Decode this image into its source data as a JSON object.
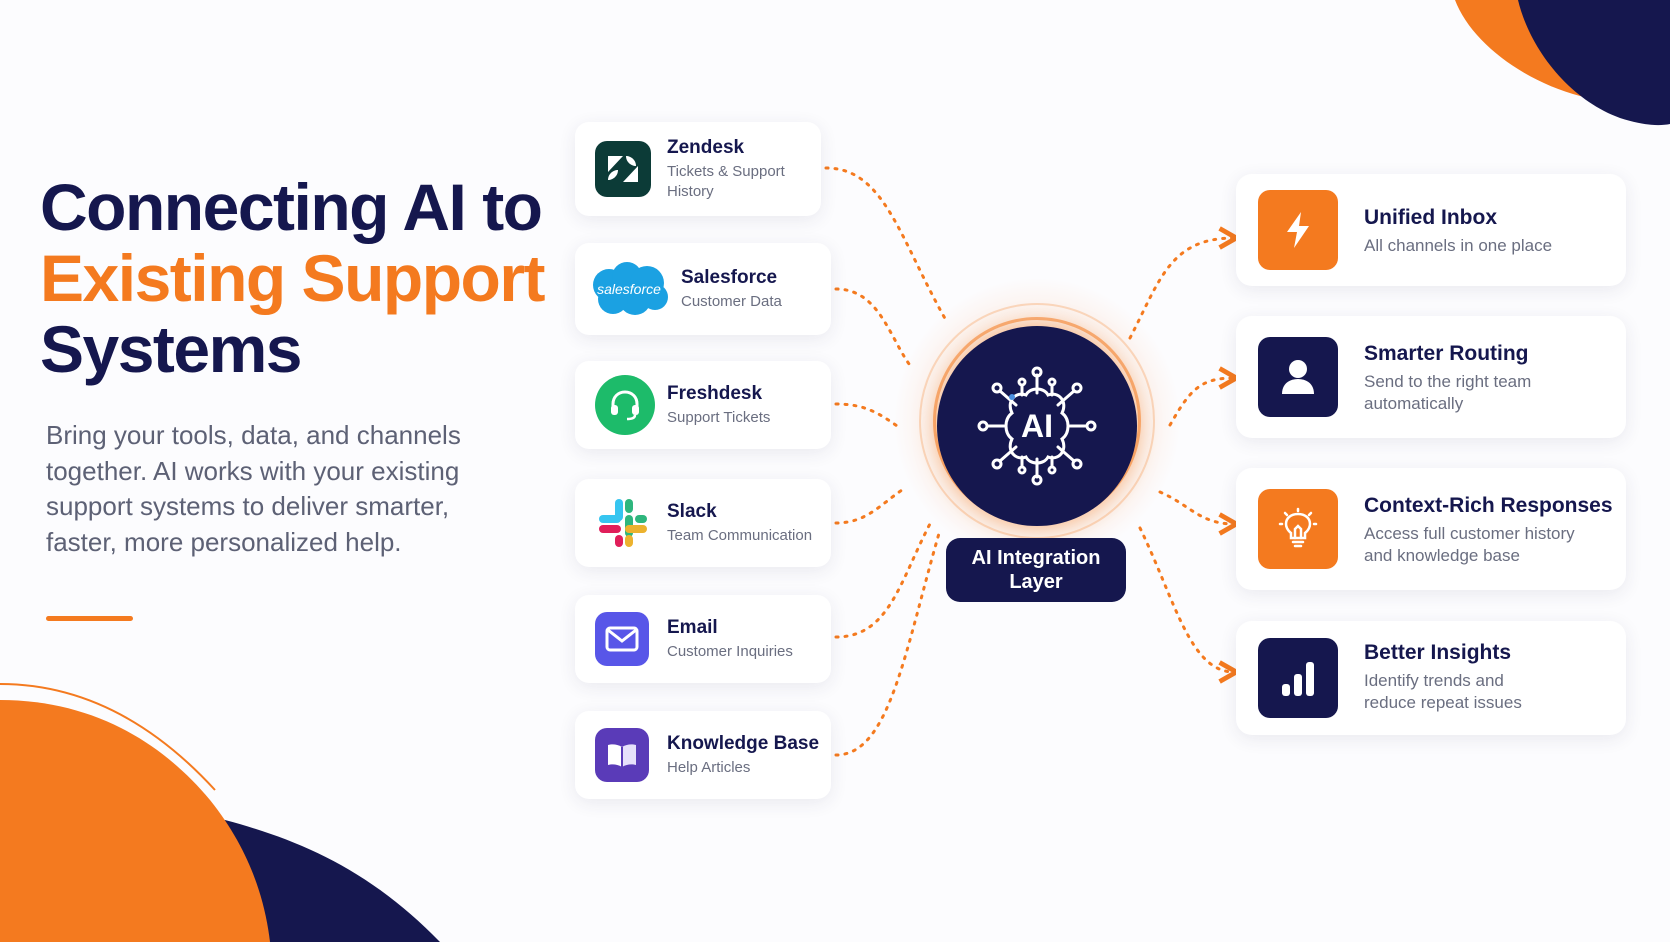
{
  "headline": {
    "line1": "Connecting AI to",
    "line2": "Existing Support",
    "line3": "Systems"
  },
  "intro": "Bring your tools, data, and channels together. AI works with your existing support systems to deliver smarter, faster, more personalized help.",
  "colors": {
    "navy": "#15174e",
    "orange": "#f47a1f",
    "text_gray": "#5d6175"
  },
  "sources": [
    {
      "name": "Zendesk",
      "sub": "Tickets & Support History",
      "icon": "zendesk-logo-icon"
    },
    {
      "name": "Salesforce",
      "sub": "Customer Data",
      "icon": "salesforce-logo-icon",
      "logo_text": "salesforce"
    },
    {
      "name": "Freshdesk",
      "sub": "Support Tickets",
      "icon": "headset-icon"
    },
    {
      "name": "Slack",
      "sub": "Team Communication",
      "icon": "slack-logo-icon"
    },
    {
      "name": "Email",
      "sub": "Customer Inquiries",
      "icon": "envelope-icon"
    },
    {
      "name": "Knowledge Base",
      "sub": "Help Articles",
      "icon": "book-icon"
    }
  ],
  "hub": {
    "icon_text": "AI",
    "icon": "ai-brain-icon",
    "label_line1": "AI Integration",
    "label_line2": "Layer"
  },
  "outcomes": [
    {
      "name": "Unified Inbox",
      "sub": "All channels in one place",
      "icon": "lightning-icon"
    },
    {
      "name": "Smarter Routing",
      "sub": "Send to the right team automatically",
      "icon": "user-icon"
    },
    {
      "name": "Context-Rich Responses",
      "sub": "Access full customer history and knowledge base",
      "icon": "lightbulb-icon"
    },
    {
      "name": "Better Insights",
      "sub": "Identify trends and reduce repeat issues",
      "icon": "bar-chart-icon"
    }
  ]
}
